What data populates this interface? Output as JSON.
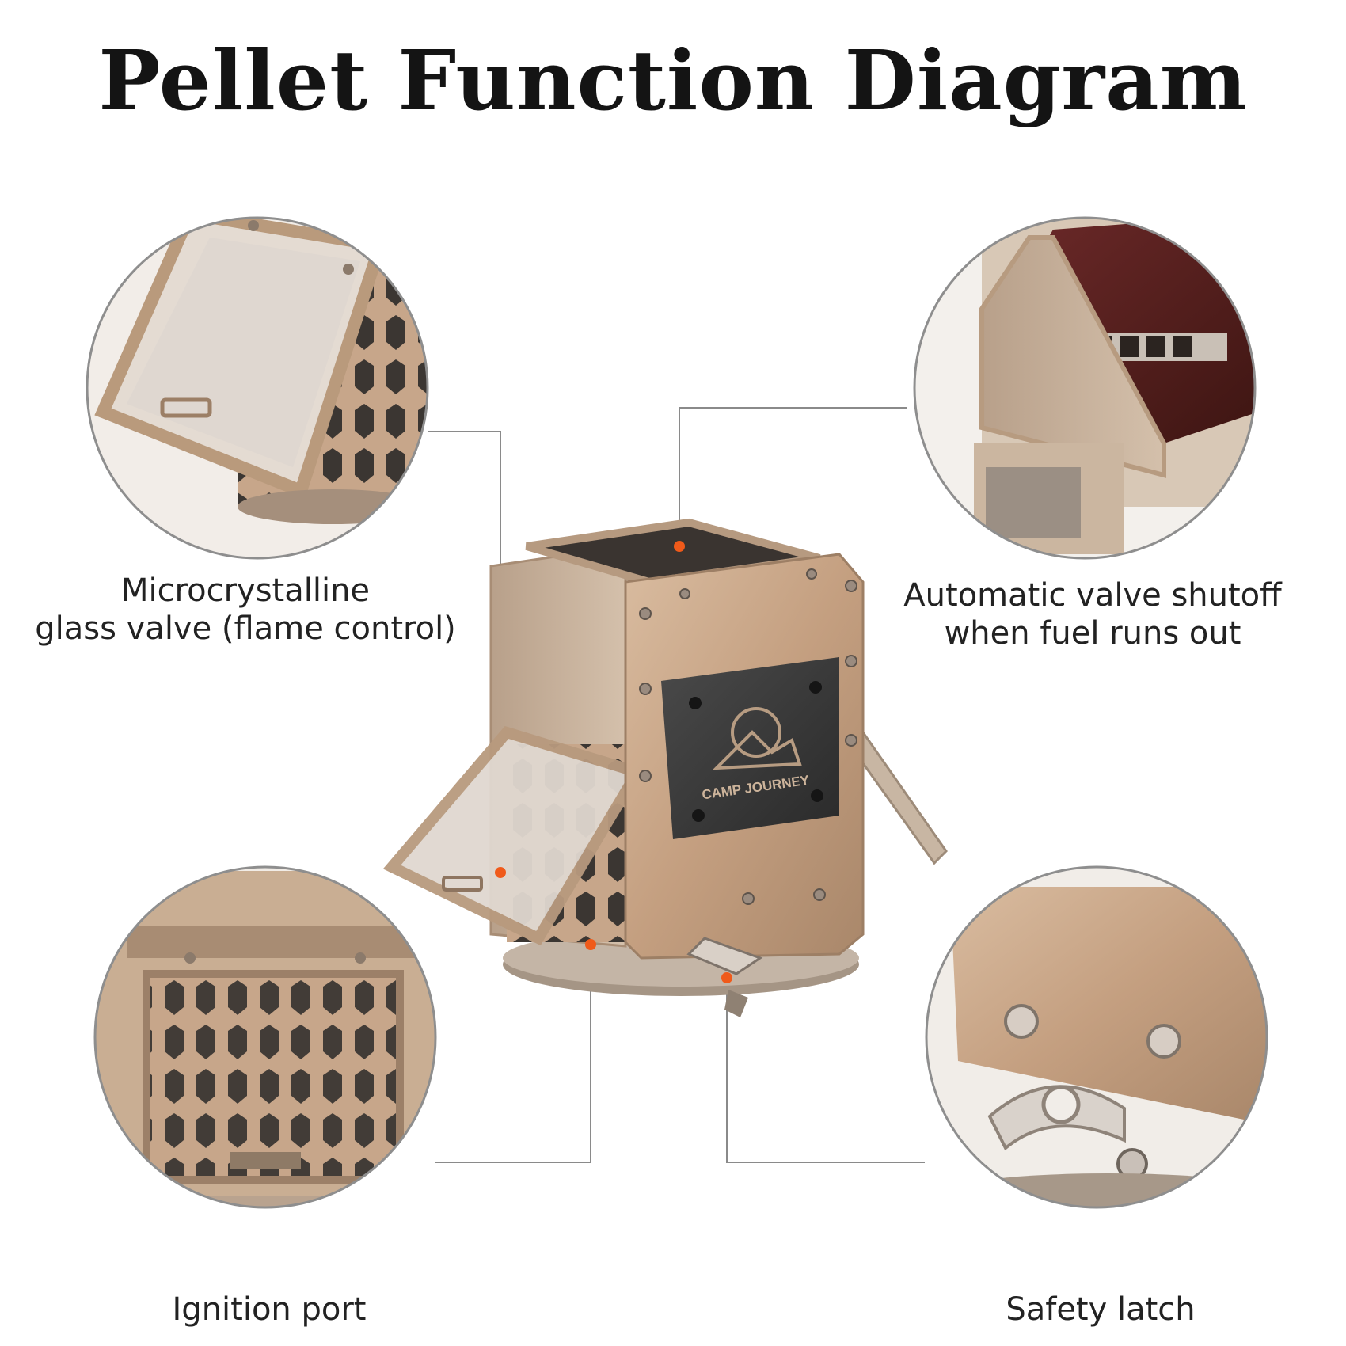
{
  "title": "Pellet Function Diagram",
  "brand": "CAMP JOURNEY",
  "callouts": [
    {
      "id": "glass-valve",
      "lines": [
        "Microcrystalline",
        "glass valve (flame control)"
      ]
    },
    {
      "id": "auto-valve",
      "lines": [
        "Automatic valve shutoff",
        "when fuel runs out"
      ]
    },
    {
      "id": "ignition-port",
      "lines": [
        "Ignition port"
      ]
    },
    {
      "id": "safety-latch",
      "lines": [
        "Safety latch"
      ]
    }
  ],
  "colors": {
    "metal": "#c9a98a",
    "metal_dark": "#8e7258",
    "plate": "#3a3a3a",
    "marker": "#f05a1a",
    "leader": "#8a8a8a"
  }
}
